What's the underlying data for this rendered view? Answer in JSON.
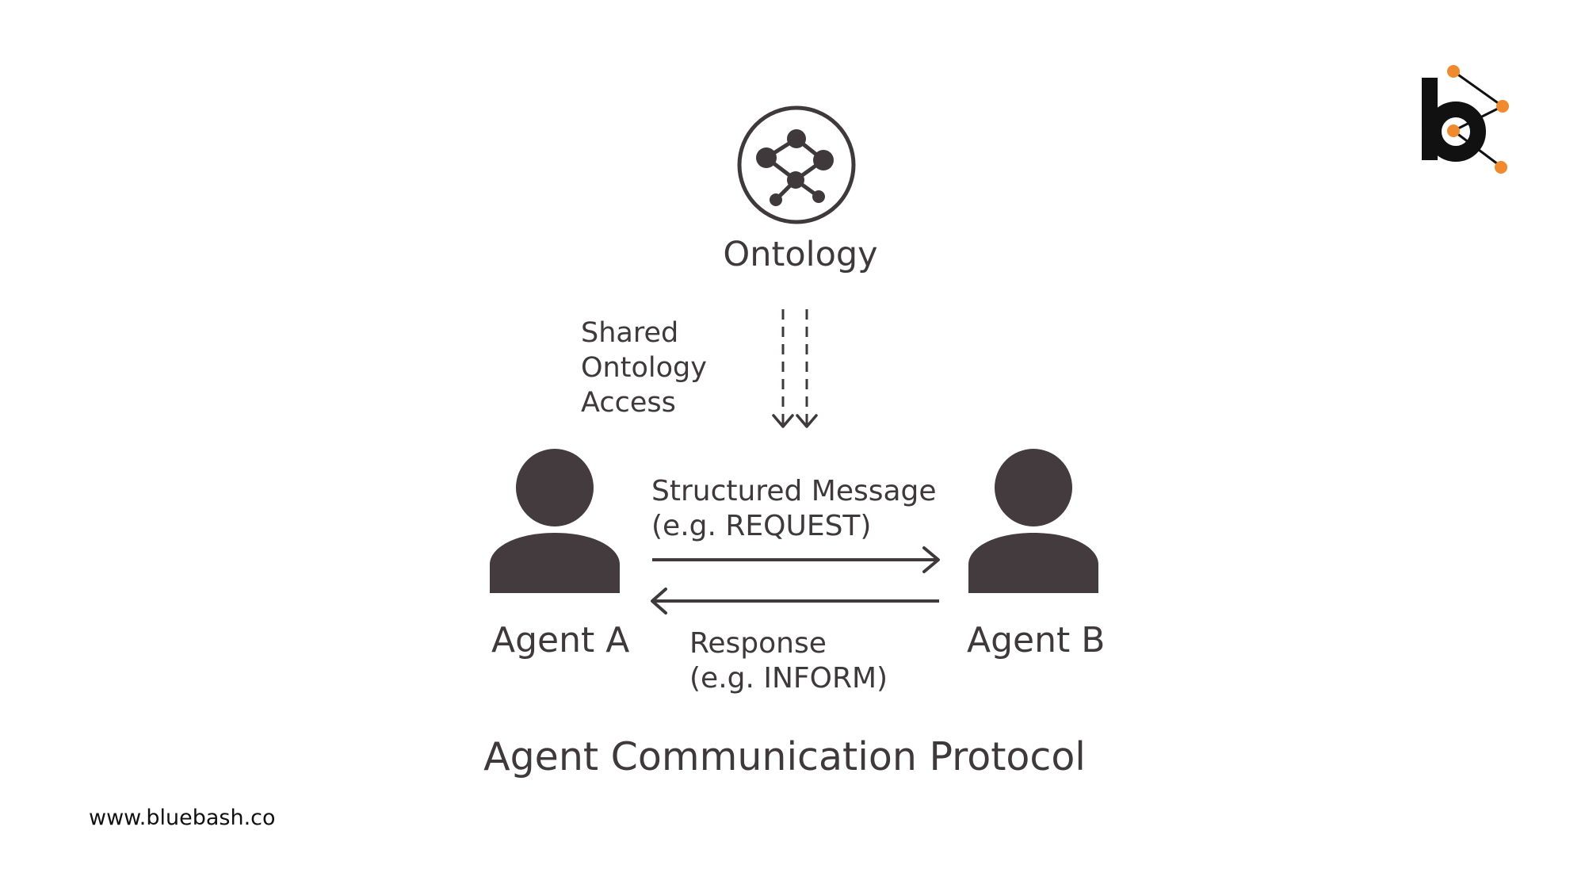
{
  "ontology": {
    "title": "Ontology",
    "icon": "network-graph-icon"
  },
  "shared_access": {
    "lines": [
      "Shared",
      "Ontology",
      "Access"
    ]
  },
  "message": {
    "lines": [
      "Structured Message",
      "(e.g. REQUEST)"
    ]
  },
  "response": {
    "lines": [
      "Response",
      "(e.g. INFORM)"
    ]
  },
  "agent_a": {
    "label": "Agent A",
    "icon": "person-icon"
  },
  "agent_b": {
    "label": "Agent B",
    "icon": "person-icon"
  },
  "title": "Agent Communication Protocol",
  "footer": {
    "website": "www.bluebash.co"
  },
  "brand": {
    "logo": "bluebash-logo-icon",
    "accent_color": "#f08a2c",
    "ink_color": "#3f393b"
  }
}
